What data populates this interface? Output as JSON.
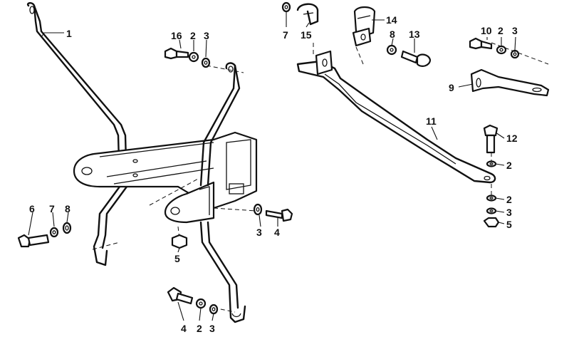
{
  "callouts": {
    "c1": "1",
    "c16": "16",
    "c2a": "2",
    "c3a": "3",
    "c6": "6",
    "c7a": "7",
    "c8a": "8",
    "c3b": "3",
    "c4a": "4",
    "c5a": "5",
    "c4b": "4",
    "c2b": "2",
    "c3c": "3",
    "c7b": "7",
    "c15": "15",
    "c14": "14",
    "c8b": "8",
    "c13": "13",
    "c10": "10",
    "c2c": "2",
    "c3d": "3",
    "c9": "9",
    "c11": "11",
    "c12": "12",
    "c2d": "2",
    "c2e": "2",
    "c3e": "3",
    "c5b": "5"
  }
}
